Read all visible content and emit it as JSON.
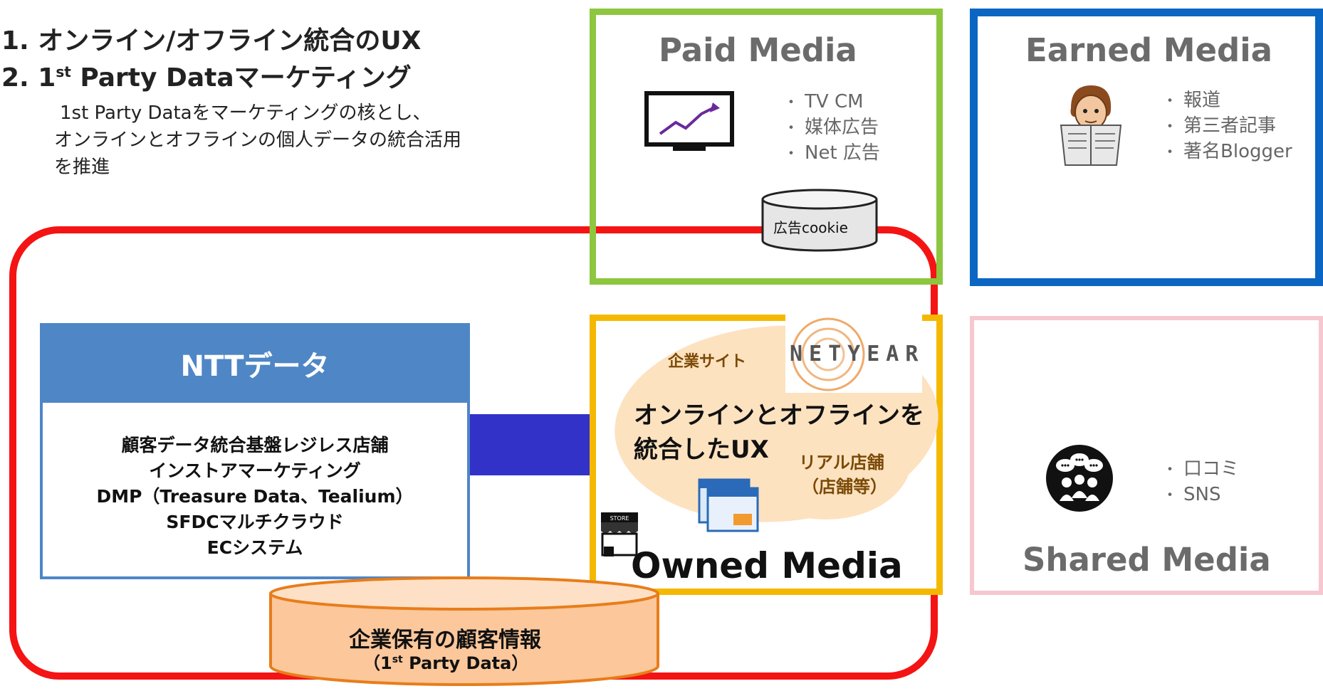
{
  "heading": {
    "line1": "1.  オンライン/オフライン統合のUX",
    "line2_prefix": "2.  1",
    "line2_sup": "st",
    "line2_suffix": " Party Dataマーケティング",
    "desc_line1": "1st Party Dataをマーケティングの核とし、",
    "desc_line2": "オンラインとオフラインの個人データの統合活用",
    "desc_line3": "を推進"
  },
  "paid": {
    "title": "Paid Media",
    "bullets": [
      "TV CM",
      "媒体広告",
      "Net 広告"
    ],
    "db_label": "広告cookie",
    "border_color": "#8dc63f"
  },
  "earned": {
    "title": "Earned Media",
    "bullets": [
      "報道",
      "第三者記事",
      "著名Blogger"
    ],
    "border_color": "#0b66c3"
  },
  "shared": {
    "title": "Shared Media",
    "bullets": [
      "口コミ",
      "SNS"
    ],
    "border_color": "#f6c7cf"
  },
  "owned": {
    "title": "Owned Media",
    "site_label": "企業サイト",
    "ux_line1": "オンラインとオフラインを",
    "ux_line2": "統合したUX",
    "real_store_line1": "リアル店舗",
    "real_store_line2": "（店舗等）",
    "logo_text": "NETYEAR",
    "store_sign": "STORE",
    "border_color": "#f5b800"
  },
  "ntt": {
    "title": "NTTデータ",
    "items": [
      "顧客データ統合基盤レジレス店舗",
      "インストアマーケティング",
      "DMP（Treasure Data、Tealium）",
      "SFDCマルチクラウド",
      "ECシステム"
    ],
    "header_color": "#4f86c6",
    "connector_color": "#3232c8"
  },
  "customer_db": {
    "line1": "企業保有の顧客情報",
    "line2_prefix": "（1",
    "line2_sup": "st",
    "line2_suffix": " Party Data）"
  },
  "frame_color": "#f41414"
}
